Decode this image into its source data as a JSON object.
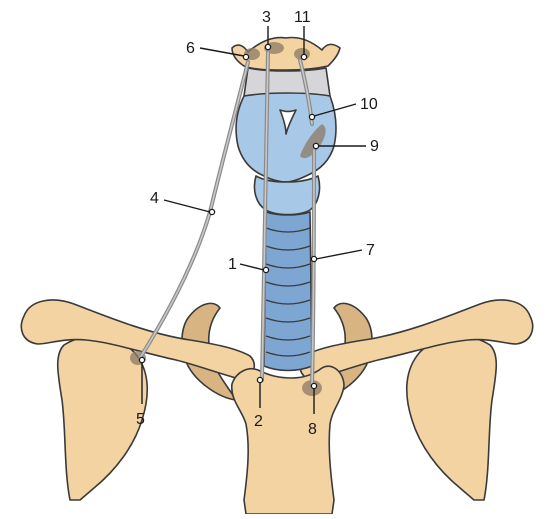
{
  "diagram": {
    "colors": {
      "bone": "#f3d3a2",
      "bone_shadow": "#d9b483",
      "cartilage": "#a8c8e8",
      "cartilage_dark": "#7ea6d2",
      "muscle": "#8a8a8a",
      "attachment": "#8c7a64"
    },
    "labels": [
      {
        "id": "1",
        "text": "1"
      },
      {
        "id": "2",
        "text": "2"
      },
      {
        "id": "3",
        "text": "3"
      },
      {
        "id": "4",
        "text": "4"
      },
      {
        "id": "5",
        "text": "5"
      },
      {
        "id": "6",
        "text": "6"
      },
      {
        "id": "7",
        "text": "7"
      },
      {
        "id": "8",
        "text": "8"
      },
      {
        "id": "9",
        "text": "9"
      },
      {
        "id": "10",
        "text": "10"
      },
      {
        "id": "11",
        "text": "11"
      }
    ]
  }
}
